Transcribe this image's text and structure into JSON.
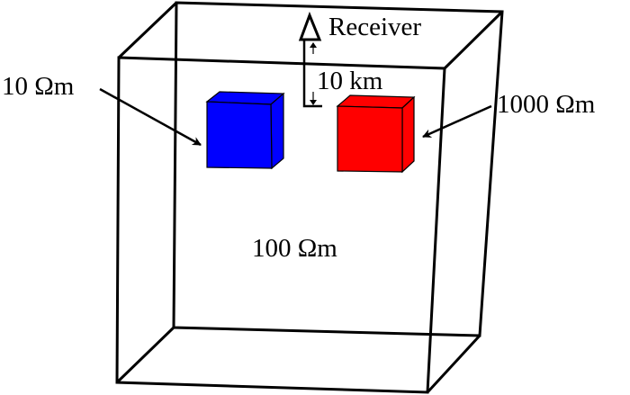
{
  "diagram": {
    "type": "3d-resistivity-model",
    "background": {
      "label": "100 Ωm",
      "resistivity_ohm_m": 100
    },
    "blocks": [
      {
        "id": "conductor",
        "label": "10 Ωm",
        "resistivity_ohm_m": 10,
        "color": "#0000ff"
      },
      {
        "id": "resistor",
        "label": "1000 Ωm",
        "resistivity_ohm_m": 1000,
        "color": "#ff0000"
      }
    ],
    "receiver": {
      "label": "Receiver"
    },
    "depth_annotation": {
      "label": "10 km"
    }
  },
  "colors": {
    "outline": "#000000",
    "conductor": "#0000ff",
    "resistor": "#ff0000"
  }
}
